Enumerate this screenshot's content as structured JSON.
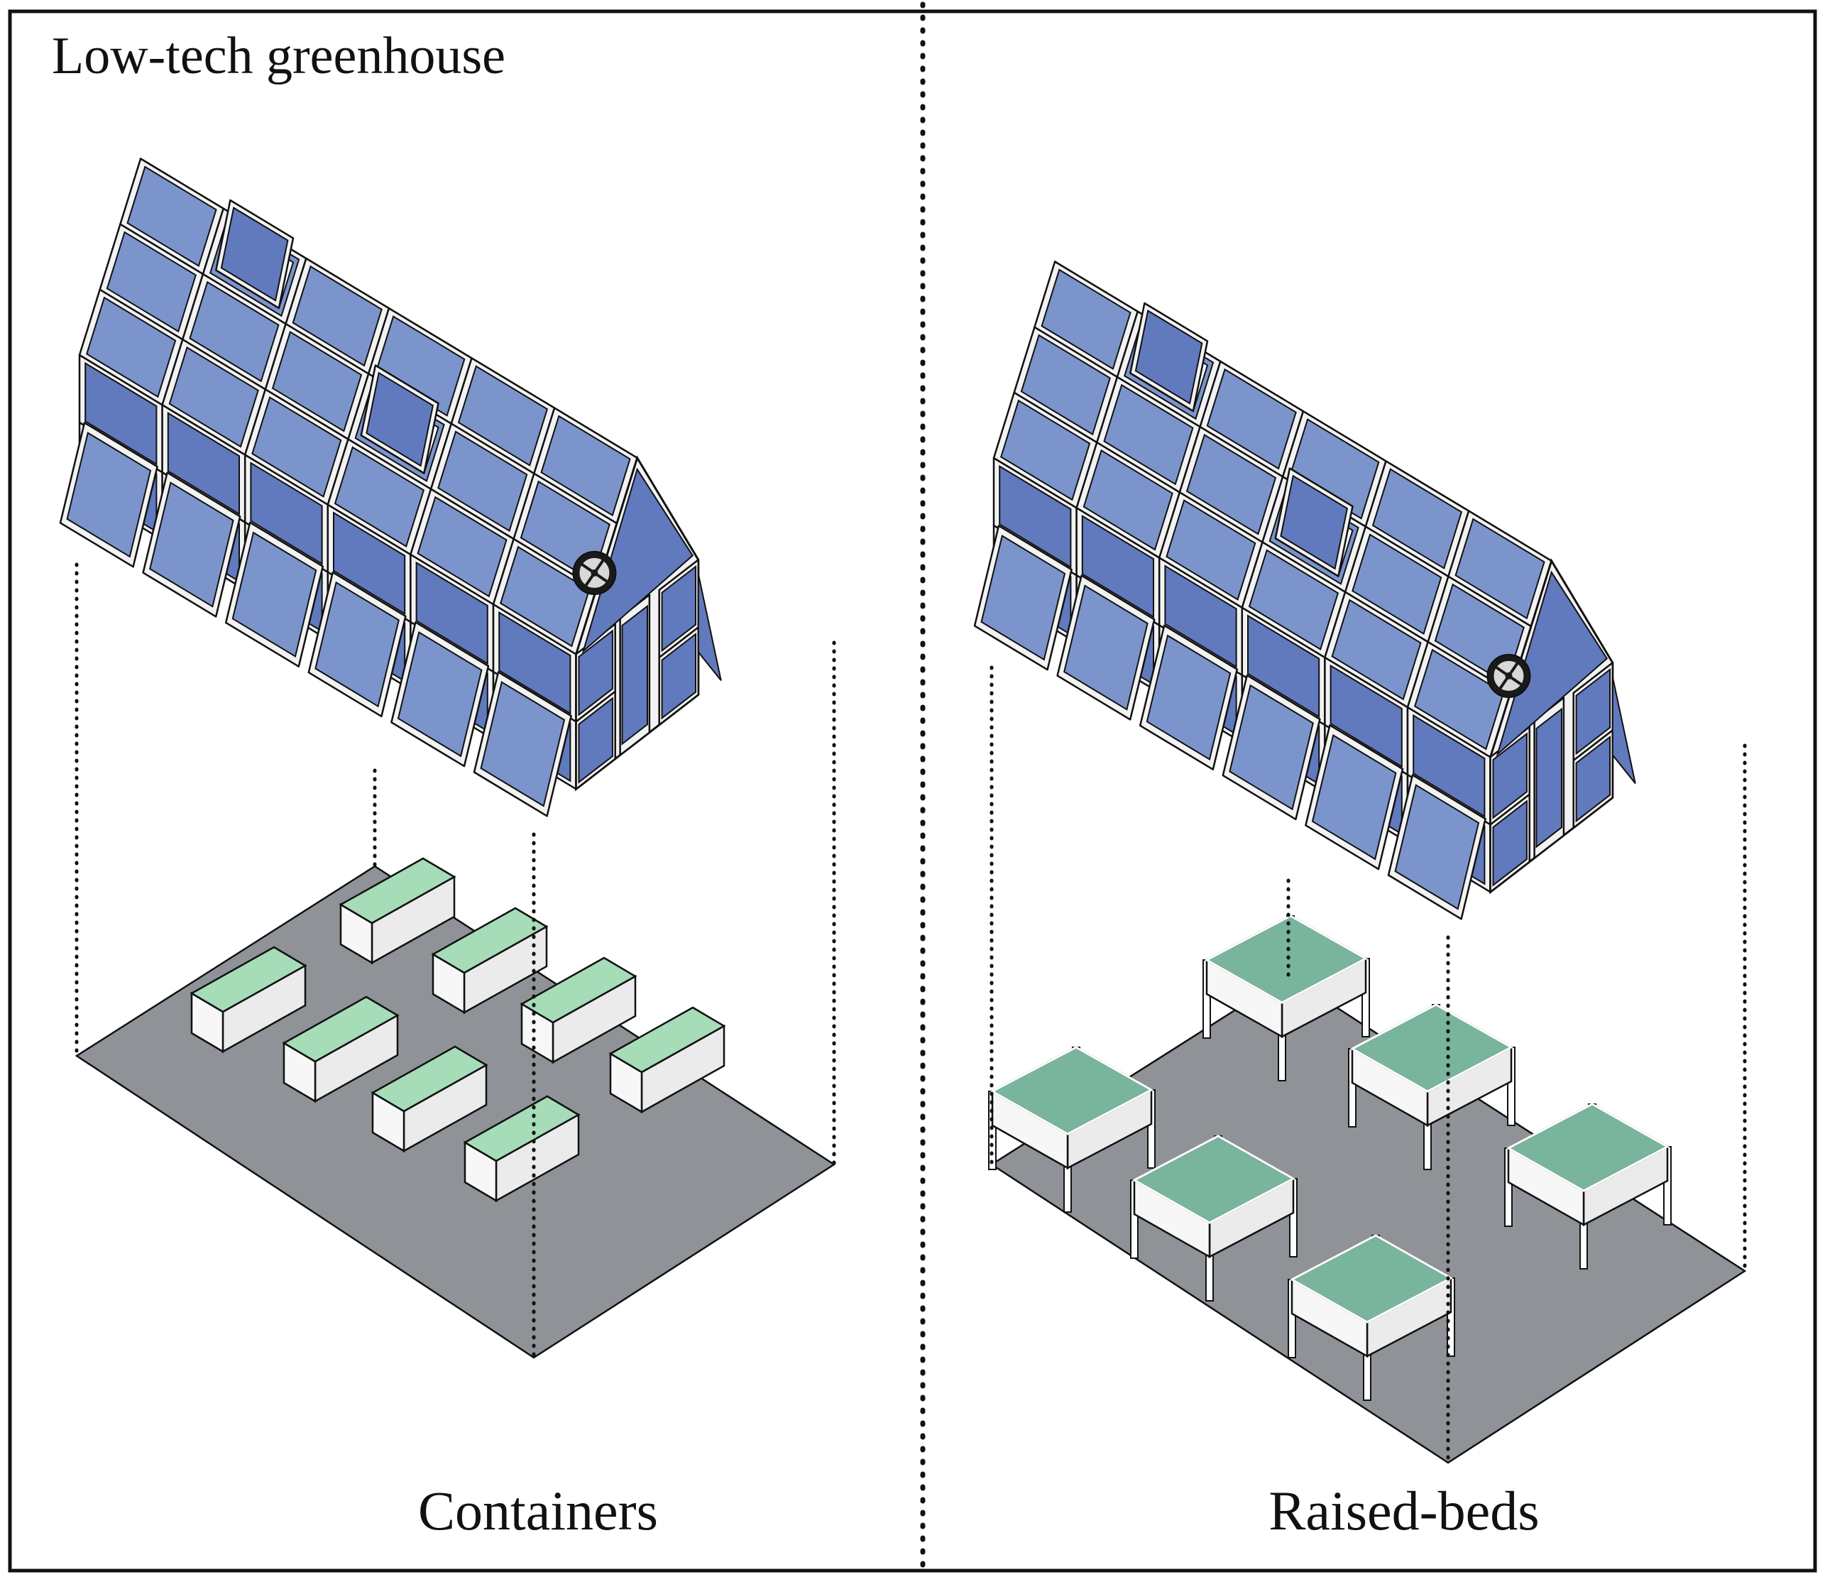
{
  "figure": {
    "title": "Low-tech greenhouse",
    "panels": [
      {
        "id": "containers",
        "label": "Containers",
        "growing_units": 8,
        "unit_type": "container"
      },
      {
        "id": "raised-beds",
        "label": "Raised-beds",
        "growing_units": 6,
        "unit_type": "raised-bed"
      }
    ]
  },
  "colors": {
    "panel_light": "#7b94cc",
    "panel_mid": "#6179bd",
    "panel_dark": "#34498f",
    "frame": "#f2f2f2",
    "outline": "#111111",
    "floor": "#8f9397",
    "container_soil": "#a6dcb8",
    "bed_soil": "#79b49c",
    "box_side": "#ebebeb",
    "background": "#ffffff"
  },
  "icons": {
    "ventilation_fan": "fan-icon",
    "roof_vent": "roof-vent-icon"
  }
}
